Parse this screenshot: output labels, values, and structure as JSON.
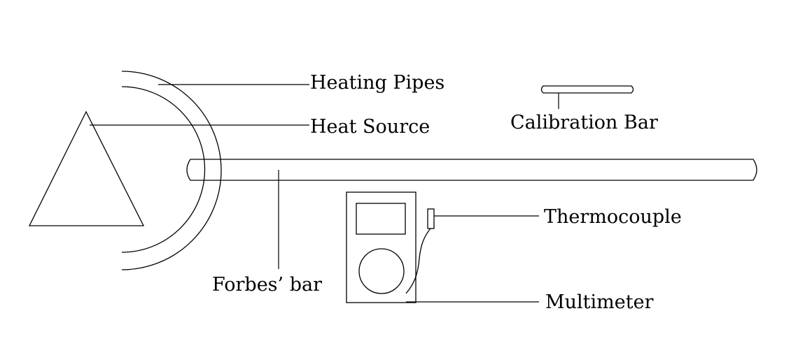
{
  "labels": {
    "heating_pipes": "Heating Pipes",
    "heat_source": "Heat Source",
    "calibration_bar": "Calibration Bar",
    "forbes_bar": "Forbes’ bar",
    "thermocouple": "Thermocouple",
    "multimeter": "Multimeter"
  },
  "colors": {
    "stroke": "#000000",
    "background": "#ffffff"
  }
}
